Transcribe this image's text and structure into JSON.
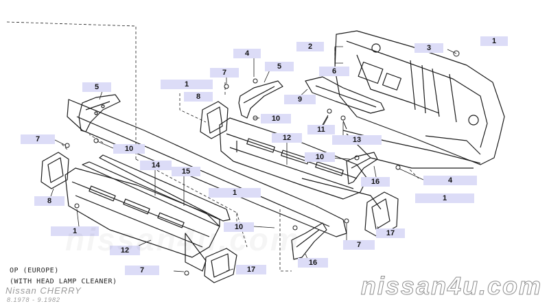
{
  "watermark": "nissan4u.com",
  "model": {
    "brand": "Nissan CHERRY",
    "dates": "8.1978 - 9.1982"
  },
  "notes": {
    "line1": "OP (EUROPE)",
    "line2": "(WITH HEAD LAMP CLEANER)"
  },
  "callouts": [
    {
      "label": "1"
    },
    {
      "label": "2"
    },
    {
      "label": "3"
    },
    {
      "label": "4"
    },
    {
      "label": "5"
    },
    {
      "label": "6"
    },
    {
      "label": "7"
    },
    {
      "label": "1"
    },
    {
      "label": "5"
    },
    {
      "label": "8"
    },
    {
      "label": "9"
    },
    {
      "label": "10"
    },
    {
      "label": "11"
    },
    {
      "label": "13"
    },
    {
      "label": "7"
    },
    {
      "label": "10"
    },
    {
      "label": "12"
    },
    {
      "label": "10"
    },
    {
      "label": "14"
    },
    {
      "label": "15"
    },
    {
      "label": "16"
    },
    {
      "label": "4"
    },
    {
      "label": "8"
    },
    {
      "label": "1"
    },
    {
      "label": "1"
    },
    {
      "label": "1"
    },
    {
      "label": "12"
    },
    {
      "label": "10"
    },
    {
      "label": "17"
    },
    {
      "label": "7"
    },
    {
      "label": "16"
    },
    {
      "label": "7"
    },
    {
      "label": "17"
    }
  ]
}
